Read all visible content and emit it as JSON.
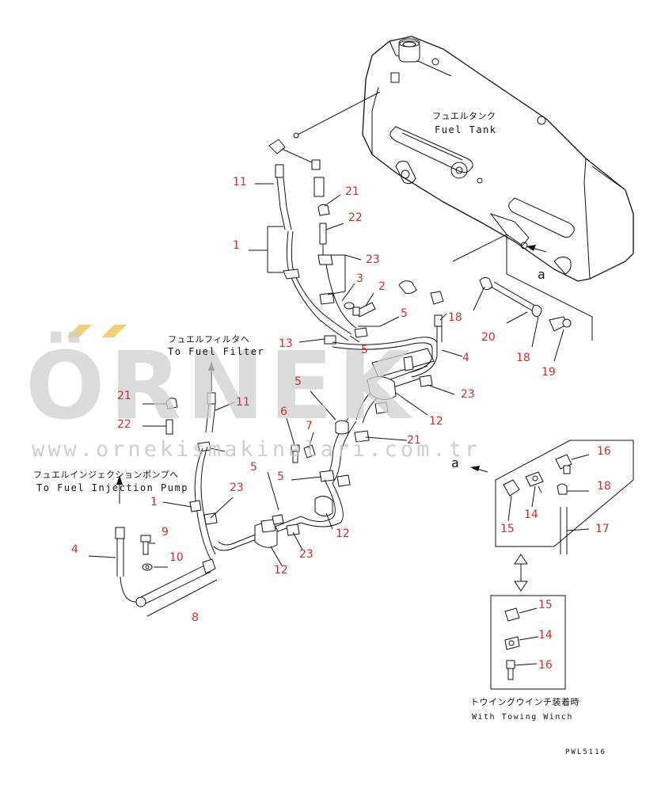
{
  "watermark": {
    "text": "ÖRNEK",
    "url": "www.ornekismakinalari.com.tr",
    "accent_color": "#f0c860"
  },
  "labels": {
    "fuel_tank_jp": "フュエルタンク",
    "fuel_tank_en": "Fuel Tank",
    "fuel_filter_jp": "フュエルフィルタへ",
    "fuel_filter_en": "To Fuel Filter",
    "injection_pump_jp": "フュエルインジェクションポンプへ",
    "injection_pump_en": "To Fuel Injection Pump",
    "towing_winch_jp": "トウイングウインチ装着時",
    "towing_winch_en": "With Towing Winch",
    "view_a_1": "a",
    "view_a_2": "a",
    "drawing_number": "PWL5116"
  },
  "callouts": [
    {
      "id": "c-11-top",
      "text": "11"
    },
    {
      "id": "c-1-top",
      "text": "1"
    },
    {
      "id": "c-21-top",
      "text": "21"
    },
    {
      "id": "c-22-top",
      "text": "22"
    },
    {
      "id": "c-23-top",
      "text": "23"
    },
    {
      "id": "c-3",
      "text": "3"
    },
    {
      "id": "c-2",
      "text": "2"
    },
    {
      "id": "c-5-a",
      "text": "5"
    },
    {
      "id": "c-18-a",
      "text": "18"
    },
    {
      "id": "c-13",
      "text": "13"
    },
    {
      "id": "c-5-b",
      "text": "5"
    },
    {
      "id": "c-4-right",
      "text": "4"
    },
    {
      "id": "c-20",
      "text": "20"
    },
    {
      "id": "c-18-b",
      "text": "18"
    },
    {
      "id": "c-19",
      "text": "19"
    },
    {
      "id": "c-5-c",
      "text": "5"
    },
    {
      "id": "c-23-mid",
      "text": "23"
    },
    {
      "id": "c-12-a",
      "text": "12"
    },
    {
      "id": "c-21-left",
      "text": "21"
    },
    {
      "id": "c-11-left",
      "text": "11"
    },
    {
      "id": "c-22-left",
      "text": "22"
    },
    {
      "id": "c-6",
      "text": "6"
    },
    {
      "id": "c-7",
      "text": "7"
    },
    {
      "id": "c-21-mid",
      "text": "21"
    },
    {
      "id": "c-1-mid",
      "text": "1"
    },
    {
      "id": "c-5-d",
      "text": "5"
    },
    {
      "id": "c-5-e",
      "text": "5"
    },
    {
      "id": "c-23-low",
      "text": "23"
    },
    {
      "id": "c-12-b",
      "text": "12"
    },
    {
      "id": "c-9",
      "text": "9"
    },
    {
      "id": "c-4-left",
      "text": "4"
    },
    {
      "id": "c-10",
      "text": "10"
    },
    {
      "id": "c-12-c",
      "text": "12"
    },
    {
      "id": "c-23-bottom",
      "text": "23"
    },
    {
      "id": "c-8",
      "text": "8"
    },
    {
      "id": "c-16-a",
      "text": "16"
    },
    {
      "id": "c-18-c",
      "text": "18"
    },
    {
      "id": "c-14-a",
      "text": "14"
    },
    {
      "id": "c-15-a",
      "text": "15"
    },
    {
      "id": "c-17",
      "text": "17"
    },
    {
      "id": "c-15-b",
      "text": "15"
    },
    {
      "id": "c-14-b",
      "text": "14"
    },
    {
      "id": "c-16-b",
      "text": "16"
    }
  ]
}
